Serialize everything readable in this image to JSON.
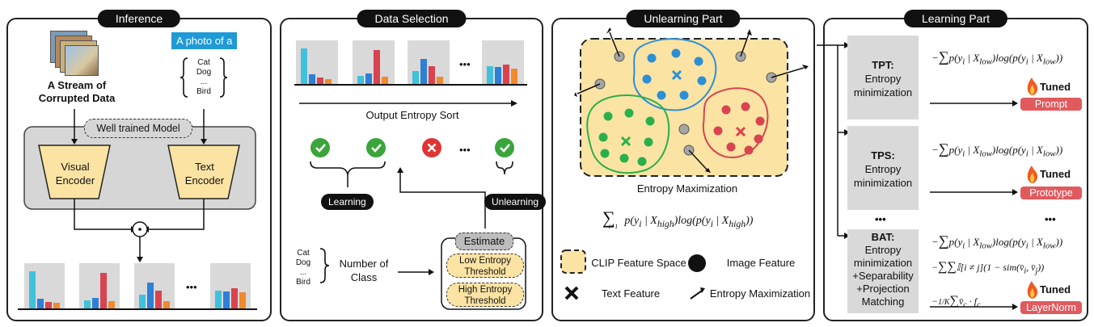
{
  "colors": {
    "cyan": "#3fc1dc",
    "blue": "#2f7fd6",
    "red": "#d9434f",
    "orange": "#f08a2c",
    "yellow": "#f9e0a0",
    "grey": "#d9d9d9",
    "green": "#2ab04a",
    "check": "#3aa53a",
    "cross": "#e03434"
  },
  "inference": {
    "title": "Inference",
    "prompt_label": "A photo of a",
    "classes": [
      "Cat",
      "Dog",
      "...",
      "Bird"
    ],
    "stream_label_1": "A Stream of",
    "stream_label_2": "Corrupted Data",
    "model_label": "Well trained Model",
    "visual_encoder_1": "Visual",
    "visual_encoder_2": "Encoder",
    "text_encoder_1": "Text",
    "text_encoder_2": "Encoder",
    "dots": "•••"
  },
  "selection": {
    "title": "Data Selection",
    "sort_label": "Output Entropy Sort",
    "learning_label": "Learning",
    "unlearning_label": "Unlearning",
    "classes": [
      "Cat",
      "Dog",
      "...",
      "Bird"
    ],
    "class_count_1": "Number of",
    "class_count_2": "Class",
    "estimate_label": "Estimate",
    "low_1": "Low Entropy",
    "low_2": "Threshold",
    "high_1": "High Entropy",
    "high_2": "Threshold",
    "dots": "•••"
  },
  "unlearning": {
    "title": "Unlearning Part",
    "caption": "Entropy Maximization",
    "legend": {
      "clip": "CLIP Feature Space",
      "image": "Image Feature",
      "text": "Text Feature",
      "entmax": "Entropy Maximization"
    }
  },
  "learning": {
    "title": "Learning Part",
    "tuned_label": "Tuned",
    "tpt": {
      "name": "TPT:",
      "line1": "Entropy",
      "line2": "minimization",
      "tag": "Prompt"
    },
    "tps": {
      "name": "TPS:",
      "line1": "Entropy",
      "line2": "minimization",
      "tag": "Prototype"
    },
    "bat": {
      "name": "BAT:",
      "line1": "Entropy",
      "line2": "minimization",
      "line3": "+Separability",
      "line4": "+Projection",
      "line5": "Matching",
      "tag": "LayerNorm"
    },
    "dots": "•••"
  }
}
